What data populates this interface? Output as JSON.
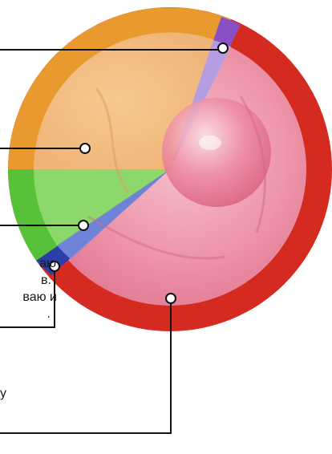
{
  "callout_texts": {
    "line_1": "аю",
    "line_2": "в.",
    "line_3": "ваю и",
    "line_4": ".",
    "line_5": "у"
  },
  "colors": {
    "orange_segment": "#E89A2E",
    "green_segment": "#5BC83A",
    "blue_segment": "#2A3FA8",
    "purple_segment": "#8A4FC4",
    "red_segment": "#D8261C",
    "pink_interior": "#F2A3B4",
    "leader_line": "#111111",
    "marker_fill": "#ffffff"
  }
}
